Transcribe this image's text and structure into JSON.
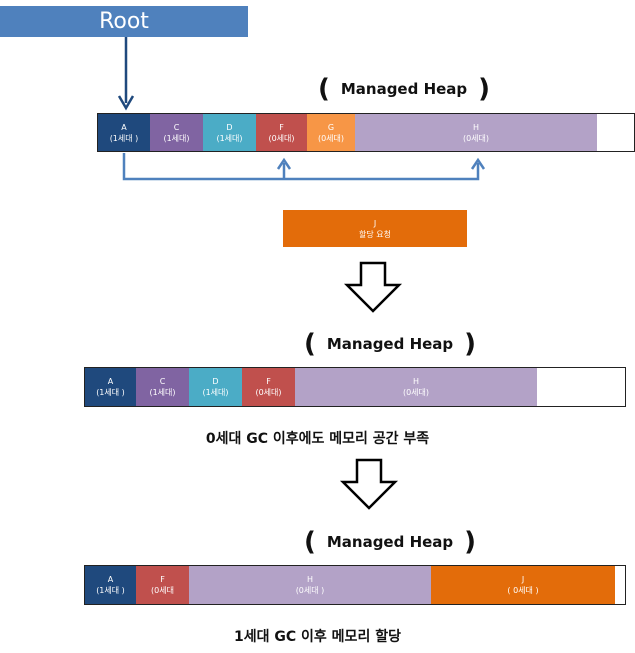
{
  "root_label": "Root",
  "heap_title": "Managed Heap",
  "request": {
    "label": "J",
    "text": "할당 요청",
    "color": "#e36c0a"
  },
  "heap1_blocks": [
    {
      "label": "A",
      "gen": "(1세대 )",
      "color": "#1f497d"
    },
    {
      "label": "C",
      "gen": "(1세대)",
      "color": "#8064a2"
    },
    {
      "label": "D",
      "gen": "(1세대)",
      "color": "#4bacc6"
    },
    {
      "label": "F",
      "gen": "(0세대)",
      "color": "#c0504d"
    },
    {
      "label": "G",
      "gen": "(0세대)",
      "color": "#f79646"
    },
    {
      "label": "H",
      "gen": "(0세대)",
      "color": "#b3a2c7"
    }
  ],
  "heap2_blocks": [
    {
      "label": "A",
      "gen": "(1세대 )",
      "color": "#1f497d"
    },
    {
      "label": "C",
      "gen": "(1세대)",
      "color": "#8064a2"
    },
    {
      "label": "D",
      "gen": "(1세대)",
      "color": "#4bacc6"
    },
    {
      "label": "F",
      "gen": "(0세대)",
      "color": "#c0504d"
    },
    {
      "label": "H",
      "gen": "(0세대)",
      "color": "#b3a2c7"
    }
  ],
  "heap3_blocks": [
    {
      "label": "A",
      "gen": "(1세대 )",
      "color": "#1f497d"
    },
    {
      "label": "F",
      "gen": "(0세대",
      "color": "#c0504d"
    },
    {
      "label": "H",
      "gen": "(0세대 )",
      "color": "#b3a2c7"
    },
    {
      "label": "J",
      "gen": "( 0세대 )",
      "color": "#e36c0a"
    }
  ],
  "caption1": "0세대 GC 이후에도 메모리 공간 부족",
  "caption2": "1세대 GC 이후 메모리 할당"
}
